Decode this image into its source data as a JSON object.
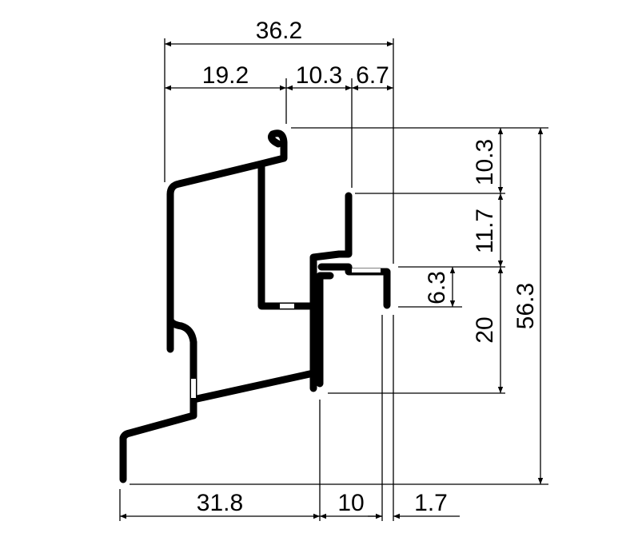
{
  "drawing": {
    "top": {
      "overall": "36.2",
      "seg1": "19.2",
      "seg2": "10.3",
      "seg3": "6.7"
    },
    "bottom": {
      "seg1": "31.8",
      "seg2": "10",
      "seg3": "1.7"
    },
    "right": {
      "seg1": "10.3",
      "seg2": "11.7",
      "seg3": "20",
      "overall": "56.3"
    },
    "inner": {
      "slot": "6.3"
    }
  }
}
